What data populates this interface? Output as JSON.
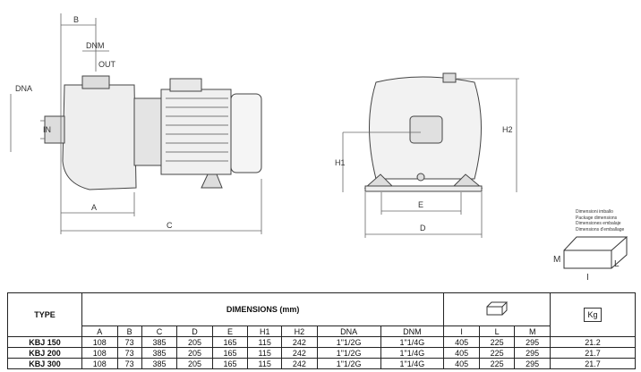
{
  "drawing_labels": {
    "B": "B",
    "DNM": "DNM",
    "OUT": "OUT",
    "DNA": "DNA",
    "IN": "IN",
    "A": "A",
    "C": "C",
    "H1": "H1",
    "H2": "H2",
    "E": "E",
    "D": "D"
  },
  "package": {
    "lines": [
      "Dimensioni imballo",
      "Package dimensions",
      "Dimensiones embalaje",
      "Dimensions d'emballage"
    ],
    "M": "M",
    "L": "L",
    "I": "I"
  },
  "table": {
    "type_header": "TYPE",
    "dimensions_header": "DIMENSIONS (mm)",
    "weight_icon_label": "Kg",
    "columns": [
      "A",
      "B",
      "C",
      "D",
      "E",
      "H1",
      "H2",
      "DNA",
      "DNM",
      "I",
      "L",
      "M"
    ],
    "rows": [
      {
        "type": "KBJ 150",
        "values": [
          "108",
          "73",
          "385",
          "205",
          "165",
          "115",
          "242",
          "1\"1/2G",
          "1\"1/4G",
          "405",
          "225",
          "295"
        ],
        "weight": "21.2"
      },
      {
        "type": "KBJ 200",
        "values": [
          "108",
          "73",
          "385",
          "205",
          "165",
          "115",
          "242",
          "1\"1/2G",
          "1\"1/4G",
          "405",
          "225",
          "295"
        ],
        "weight": "21.7"
      },
      {
        "type": "KBJ 300",
        "values": [
          "108",
          "73",
          "385",
          "205",
          "165",
          "115",
          "242",
          "1\"1/2G",
          "1\"1/4G",
          "405",
          "225",
          "295"
        ],
        "weight": "21.7"
      }
    ]
  }
}
